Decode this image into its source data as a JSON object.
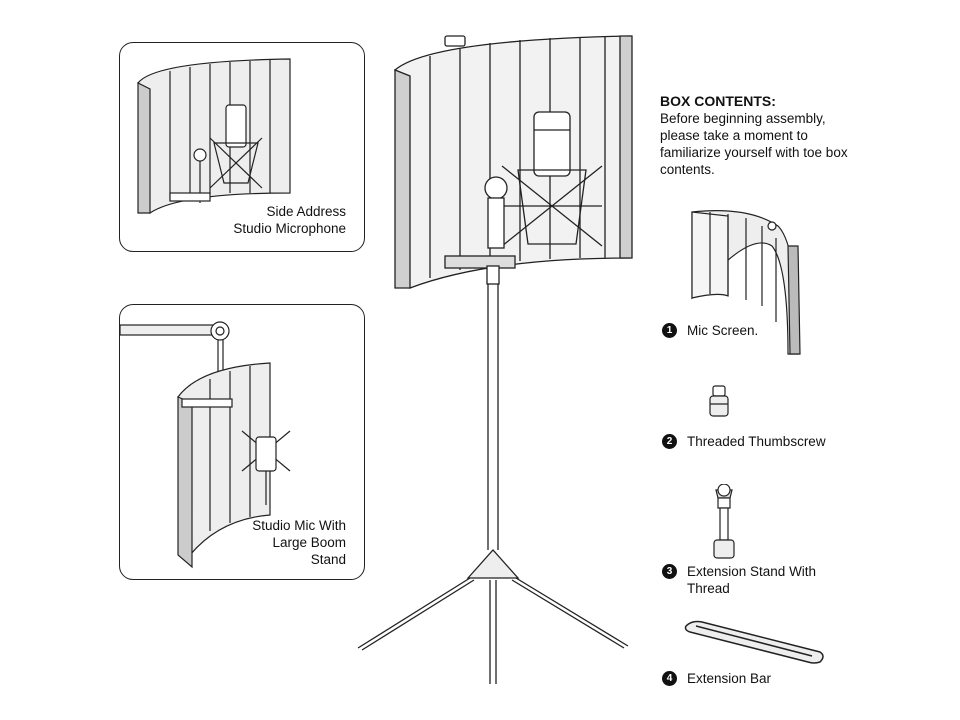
{
  "box_contents": {
    "title": "BOX CONTENTS:",
    "description": "Before beginning assembly, please take a moment to familiarize yourself with toe box contents."
  },
  "panels": {
    "side_address": {
      "caption": "Side Address\nStudio Microphone"
    },
    "boom_stand": {
      "caption": "Studio Mic With\nLarge Boom\nStand"
    }
  },
  "items": [
    {
      "number": "1",
      "label": "Mic Screen."
    },
    {
      "number": "2",
      "label": "Threaded Thumbscrew"
    },
    {
      "number": "3",
      "label": "Extension Stand With Thread"
    },
    {
      "number": "4",
      "label": "Extension Bar"
    }
  ],
  "colors": {
    "line": "#222222",
    "fill_light": "#e6e6e6",
    "fill_mid": "#cfcfcf",
    "background": "#ffffff"
  }
}
